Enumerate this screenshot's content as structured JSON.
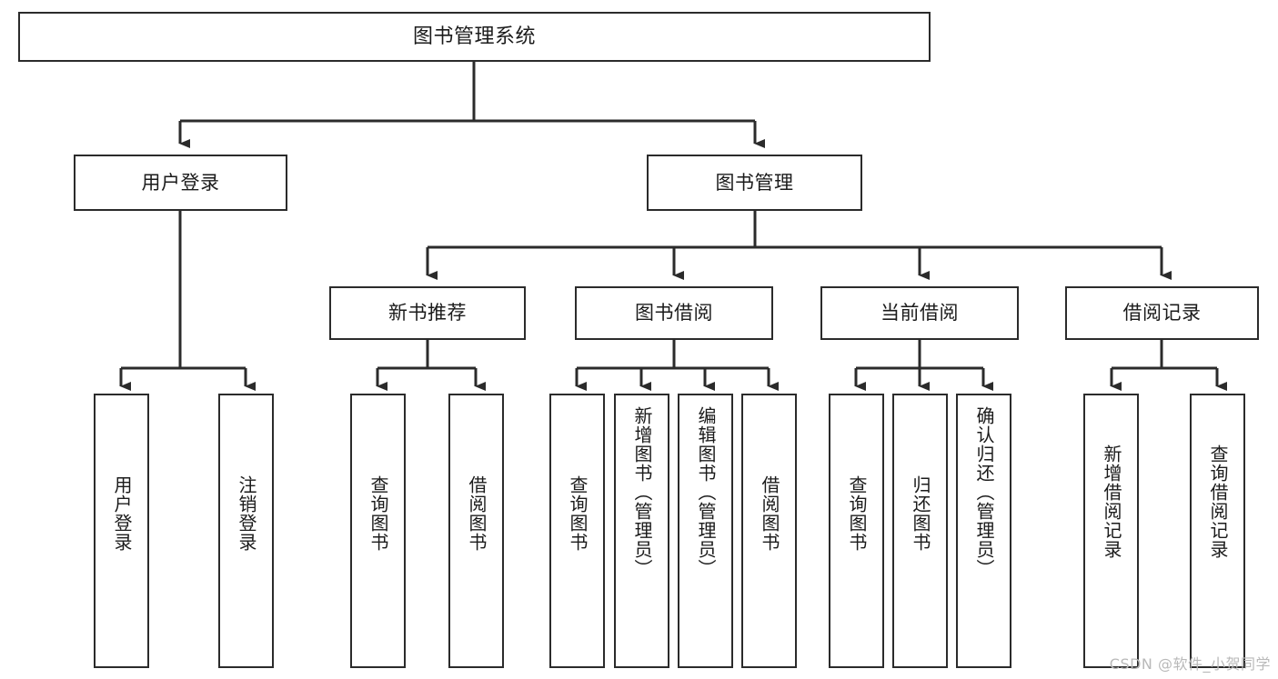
{
  "diagram": {
    "title": "图书管理系统",
    "type": "tree-hierarchy-diagram",
    "colors": {
      "box_border": "#2b2b2b",
      "box_fill": "#ffffff",
      "line": "#2b2b2b",
      "background": "#ffffff",
      "watermark": "#b9b9b9"
    },
    "levels": {
      "root": [
        "图书管理系统"
      ],
      "level2": [
        "用户登录",
        "图书管理"
      ],
      "level3": [
        "新书推荐",
        "图书借阅",
        "当前借阅",
        "借阅记录"
      ],
      "leaves": [
        "用户登录",
        "注销登录",
        "查询图书",
        "借阅图书",
        "查询图书",
        "新增图书（管理员）",
        "编辑图书（管理员）",
        "借阅图书",
        "查询图书",
        "归还图书",
        "确认归还（管理员）",
        "新增借阅记录",
        "查询借阅记录"
      ]
    },
    "nodes": {
      "root": {
        "label": "图书管理系统"
      },
      "user_login": {
        "label": "用户登录"
      },
      "book_manage": {
        "label": "图书管理"
      },
      "new_book_rec": {
        "label": "新书推荐"
      },
      "book_borrow": {
        "label": "图书借阅"
      },
      "current_borrow": {
        "label": "当前借阅"
      },
      "borrow_record": {
        "label": "借阅记录"
      },
      "leaf_user_login": {
        "label": "用户登录"
      },
      "leaf_logout": {
        "label": "注销登录"
      },
      "leaf_query_book_1": {
        "label": "查询图书"
      },
      "leaf_borrow_book_1": {
        "label": "借阅图书"
      },
      "leaf_query_book_2": {
        "label": "查询图书"
      },
      "leaf_add_book": {
        "label": "新增图书（管理员）"
      },
      "leaf_edit_book": {
        "label": "编辑图书（管理员）"
      },
      "leaf_borrow_book_2": {
        "label": "借阅图书"
      },
      "leaf_query_book_3": {
        "label": "查询图书"
      },
      "leaf_return_book": {
        "label": "归还图书"
      },
      "leaf_confirm_return": {
        "label": "确认归还（管理员）"
      },
      "leaf_add_record": {
        "label": "新增借阅记录"
      },
      "leaf_query_record": {
        "label": "查询借阅记录"
      }
    }
  },
  "watermark": {
    "text": "CSDN @软件_小贺同学"
  }
}
